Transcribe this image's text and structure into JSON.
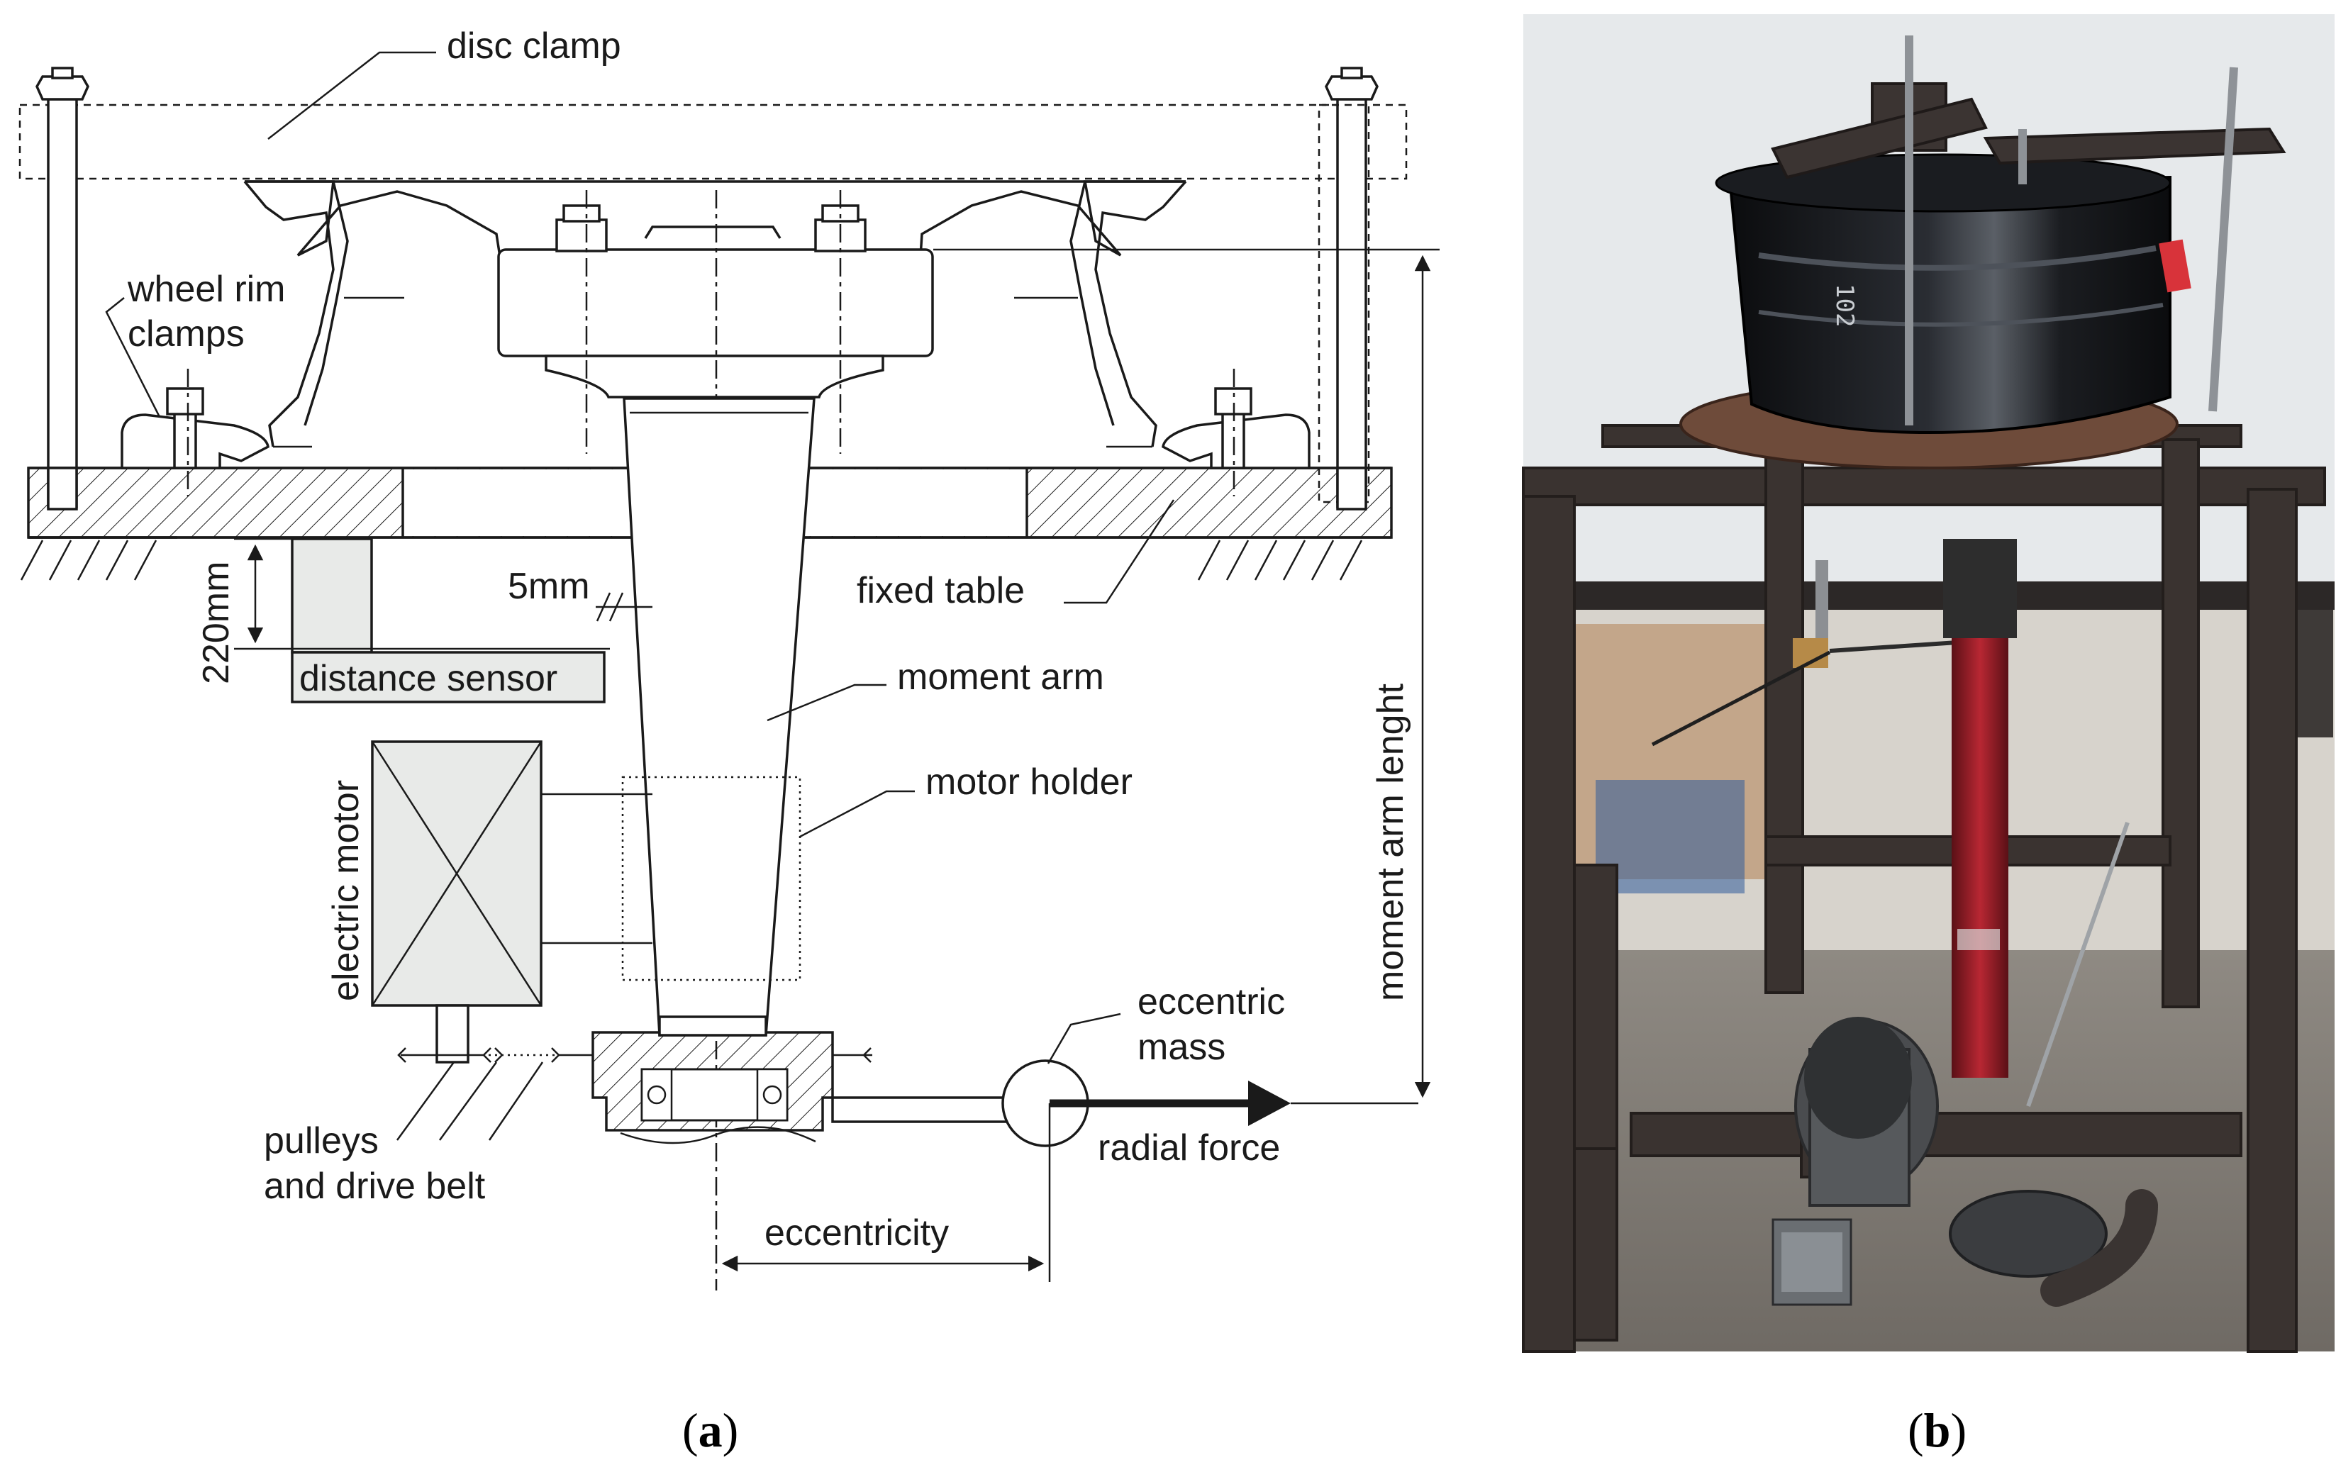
{
  "diagram": {
    "labels": {
      "disc_clamp": "disc clamp",
      "wheel_rim_clamps_1": "wheel rim",
      "wheel_rim_clamps_2": "clamps",
      "dim_220": "220mm",
      "dim_5": "5mm",
      "distance_sensor": "distance sensor",
      "fixed_table": "fixed table",
      "moment_arm": "moment arm",
      "motor_holder": "motor holder",
      "electric_motor": "electric motor",
      "moment_arm_length": "moment arm lenght",
      "eccentric_mass_1": "eccentric",
      "eccentric_mass_2": "mass",
      "radial_force": "radial force",
      "pulleys_1": "pulleys",
      "pulleys_2": "and drive belt",
      "eccentricity": "eccentricity"
    }
  },
  "captions": {
    "a": {
      "open": "(",
      "letter": "a",
      "close": ")"
    },
    "b": {
      "open": "(",
      "letter": "b",
      "close": ")"
    }
  },
  "photo": {
    "rim_marking": "102"
  },
  "colors": {
    "ink": "#1a1a1a",
    "component_fill": "#e8eae8",
    "rim_black": "#15171a",
    "frame_steel": "#3a3330",
    "arm_red": "#a3202a",
    "wall": "#e9ecee"
  }
}
